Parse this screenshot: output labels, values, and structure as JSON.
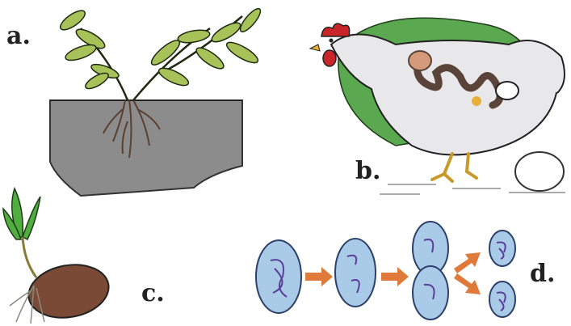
{
  "panels": [
    {
      "id": "a",
      "label": "a.",
      "subject": "plant-vegetative-propagation"
    },
    {
      "id": "b",
      "label": "b.",
      "subject": "hen-laying-egg"
    },
    {
      "id": "c",
      "label": "c.",
      "subject": "germinating-seed"
    },
    {
      "id": "d",
      "label": "d.",
      "subject": "cell-division"
    }
  ],
  "colors": {
    "soil": "#8c8c8c",
    "leaf": "#a8c25a",
    "leaf_outline": "#1e2a10",
    "hen_body": "#e8e8ea",
    "green_backdrop": "#5aa84f",
    "comb": "#c8242a",
    "oviduct": "#5a4338",
    "seed": "#7a4a36",
    "sprout": "#4fae3f",
    "cell_fill": "#a9cbe8",
    "cell_outline": "#2d3f6b",
    "chromosome": "#5a3f9a",
    "arrow": "#e07a3a"
  }
}
